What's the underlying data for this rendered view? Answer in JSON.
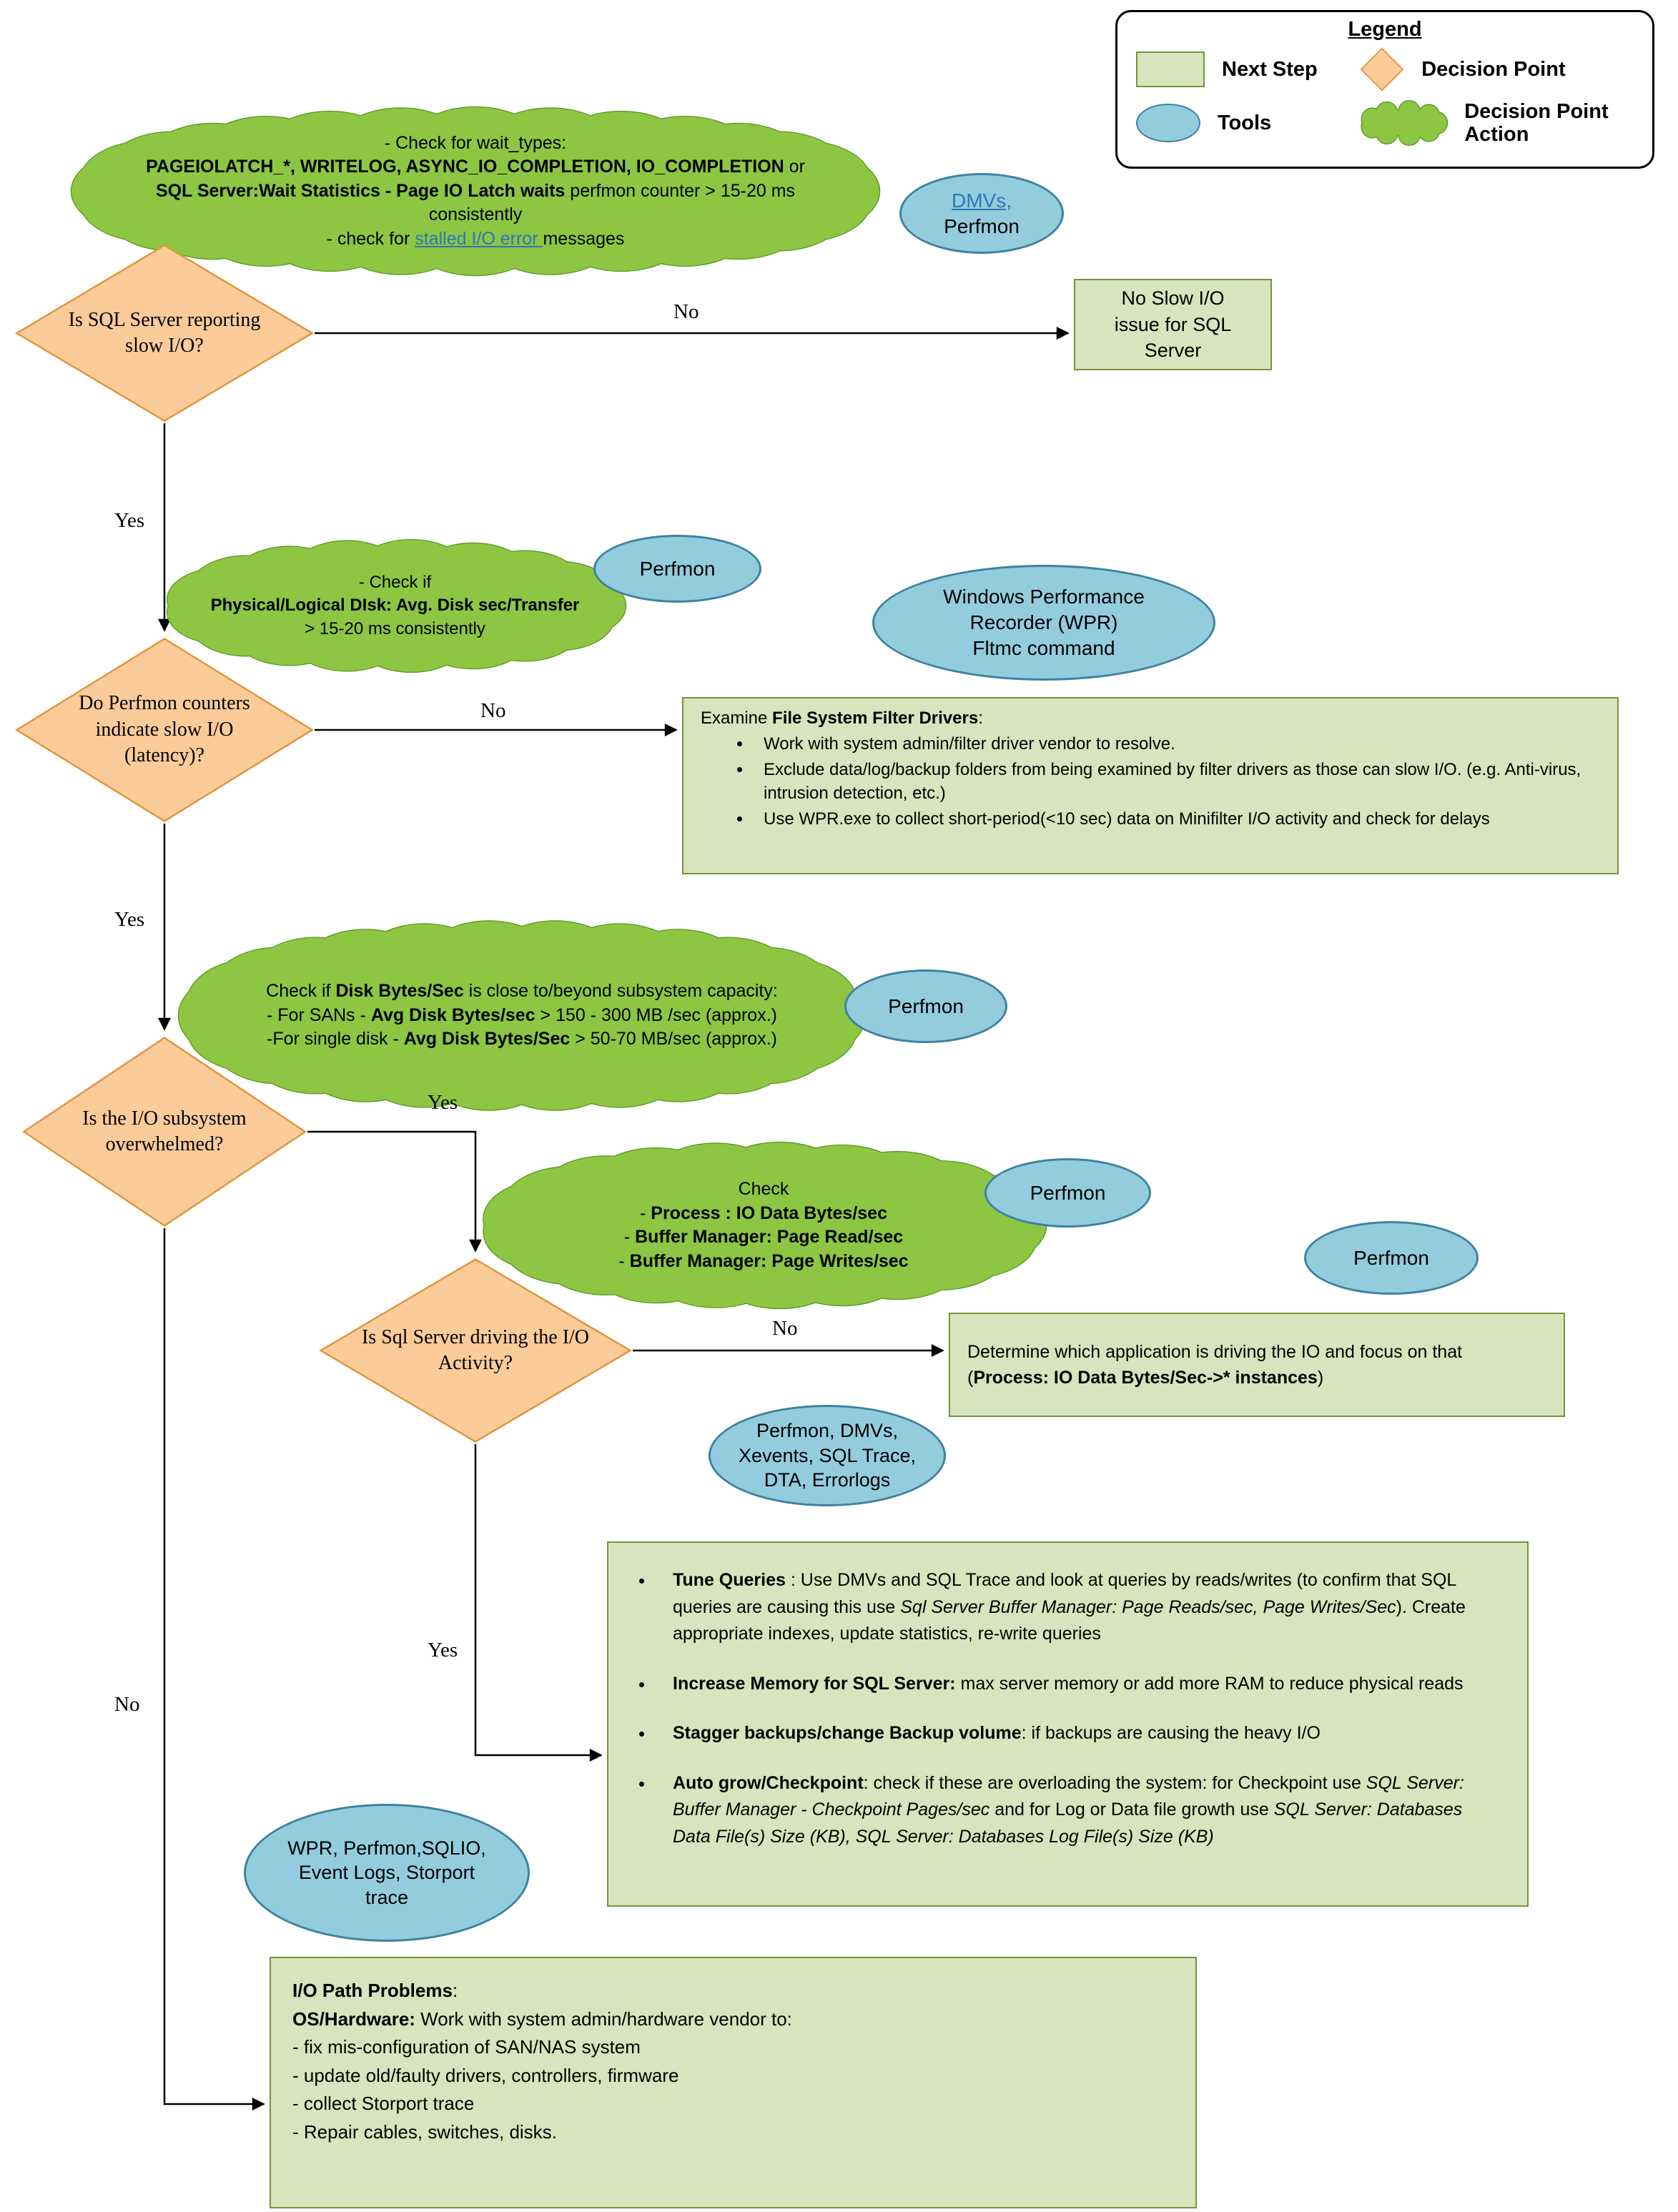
{
  "colors": {
    "cloud_fill": "#8DC642",
    "cloud_stroke": "#55961E",
    "box_fill": "#D7E4BD",
    "box_stroke": "#77933C",
    "diamond_fill": "#FBCB99",
    "diamond_stroke": "#E0953F",
    "ellipse_fill": "#93CDDD",
    "ellipse_stroke": "#3F81A0",
    "link": "#2E75B6"
  },
  "legend": {
    "title": "Legend",
    "next_step": "Next Step",
    "decision_point": "Decision Point",
    "tools": "Tools",
    "decision_point_action": "Decision Point Action"
  },
  "decisions": {
    "d1": "Is SQL Server reporting slow I/O?",
    "d2": "Do Perfmon counters indicate slow I/O (latency)?",
    "d3": "Is the I/O subsystem overwhelmed?",
    "d4": "Is Sql Server driving the I/O Activity?"
  },
  "edges": {
    "d1_no": "No",
    "d1_yes": "Yes",
    "d2_no": "No",
    "d2_yes": "Yes",
    "d3_yes": "Yes",
    "d3_no": "No",
    "d4_no": "No",
    "d4_yes": "Yes"
  },
  "clouds": {
    "wait_types": [
      [
        {
          "t": "- Check for wait_types:"
        }
      ],
      [
        {
          "t": "PAGEIOLATCH_*,  WRITELOG, ASYNC_IO_COMPLETION, IO_COMPLETION",
          "b": true
        },
        {
          "t": " or"
        }
      ],
      [
        {
          "t": "SQL Server:Wait Statistics - Page IO Latch waits",
          "b": true
        },
        {
          "t": " perfmon counter > 15-20 ms"
        }
      ],
      [
        {
          "t": "consistently"
        }
      ],
      [
        {
          "t": "- check for "
        },
        {
          "t": "stalled I/O error ",
          "link": true,
          "name": "stalled-io-error-link"
        },
        {
          "t": "messages"
        }
      ]
    ],
    "disk_sec_transfer": [
      [
        {
          "t": "- Check if"
        }
      ],
      [
        {
          "t": "Physical/Logical DIsk: Avg. Disk sec/Transfer",
          "b": true
        }
      ],
      [
        {
          "t": "> 15-20 ms consistently"
        }
      ]
    ],
    "disk_bytes": [
      [
        {
          "t": "Check if "
        },
        {
          "t": "Disk Bytes/Sec",
          "b": true
        },
        {
          "t": " is close to/beyond subsystem capacity:"
        }
      ],
      [
        {
          "t": "- For SANs - "
        },
        {
          "t": "Avg Disk Bytes/sec",
          "b": true
        },
        {
          "t": " > 150 - 300 MB /sec   (approx.)"
        }
      ],
      [
        {
          "t": "-For single disk - "
        },
        {
          "t": "Avg Disk Bytes/Sec",
          "b": true
        },
        {
          "t": " > 50-70 MB/sec (approx.)"
        }
      ]
    ],
    "check_process": [
      [
        {
          "t": "Check"
        }
      ],
      [
        {
          "t": "- "
        },
        {
          "t": "Process : IO Data Bytes/sec",
          "b": true
        }
      ],
      [
        {
          "t": "- "
        },
        {
          "t": "Buffer Manager: Page Read/sec",
          "b": true
        }
      ],
      [
        {
          "t": "- "
        },
        {
          "t": "Buffer Manager: Page Writes/sec",
          "b": true
        }
      ]
    ]
  },
  "tools": {
    "dmvs_perfmon": [
      [
        {
          "t": "DMVs,",
          "link": true,
          "name": "dmvs-link"
        }
      ],
      [
        {
          "t": "Perfmon"
        }
      ]
    ],
    "perfmon_disk": [
      [
        {
          "t": "Perfmon"
        }
      ]
    ],
    "wpr_fltmc": [
      [
        {
          "t": "Windows Performance"
        }
      ],
      [
        {
          "t": "Recorder (WPR)"
        }
      ],
      [
        {
          "t": "Fltmc command"
        }
      ]
    ],
    "perfmon_bytes": [
      [
        {
          "t": "Perfmon"
        }
      ]
    ],
    "perfmon_process": [
      [
        {
          "t": "Perfmon"
        }
      ]
    ],
    "perfmon_right": [
      [
        {
          "t": "Perfmon"
        }
      ]
    ],
    "perfmon_dmvs_xevents": [
      [
        {
          "t": "Perfmon, DMVs,"
        }
      ],
      [
        {
          "t": "Xevents, SQL Trace,"
        }
      ],
      [
        {
          "t": "DTA, Errorlogs"
        }
      ]
    ],
    "wpr_storport": [
      [
        {
          "t": "WPR, Perfmon,SQLIO,"
        }
      ],
      [
        {
          "t": "Event Logs, Storport"
        }
      ],
      [
        {
          "t": "trace"
        }
      ]
    ]
  },
  "boxes": {
    "no_slow_io": [
      [
        {
          "t": "No Slow I/O"
        }
      ],
      [
        {
          "t": "issue for SQL"
        }
      ],
      [
        {
          "t": "Server"
        }
      ]
    ],
    "filter_drivers_title": [
      {
        "t": "Examine "
      },
      {
        "t": "File System Filter Drivers",
        "b": true
      },
      {
        "t": ":"
      }
    ],
    "filter_drivers_bullets": [
      [
        {
          "t": "Work with system admin/filter driver vendor to resolve."
        }
      ],
      [
        {
          "t": "Exclude data/log/backup folders from being examined by filter drivers as those can slow I/O. (e.g. Anti-virus, intrusion detection, etc.)"
        }
      ],
      [
        {
          "t": "Use WPR.exe to collect short-period(<10 sec) data on Minifilter I/O activity and check for delays"
        }
      ]
    ],
    "determine_app": [
      [
        {
          "t": "Determine which application is driving the IO and focus on that"
        }
      ],
      [
        {
          "t": "("
        },
        {
          "t": "Process: IO Data Bytes/Sec->* instances",
          "b": true
        },
        {
          "t": ")"
        }
      ]
    ],
    "tune_bullets": [
      [
        {
          "t": "Tune Queries",
          "b": true
        },
        {
          "t": " : Use DMVs and SQL Trace and look at queries by reads/writes (to  confirm that SQL queries are causing this use "
        },
        {
          "t": "Sql Server Buffer Manager: Page Reads/sec, Page Writes/Sec",
          "i": true
        },
        {
          "t": "). Create appropriate indexes, update statistics, re-write queries"
        }
      ],
      [
        {
          "t": "Increase Memory for SQL Server:",
          "b": true
        },
        {
          "t": " max server memory or add more RAM to reduce physical reads"
        }
      ],
      [
        {
          "t": "Stagger backups/change Backup volume",
          "b": true
        },
        {
          "t": ": if backups are causing the heavy I/O"
        }
      ],
      [
        {
          "t": "Auto grow/Checkpoint",
          "b": true
        },
        {
          "t": ": check if these are overloading the system: for Checkpoint use "
        },
        {
          "t": "SQL Server: Buffer Manager - Checkpoint Pages/sec",
          "i": true
        },
        {
          "t": " and for Log or Data file growth use "
        },
        {
          "t": "SQL Server: Databases Data File(s) Size (KB), SQL Server: Databases Log File(s) Size (KB)",
          "i": true
        }
      ]
    ],
    "io_path": [
      [
        {
          "t": "I/O Path Problems",
          "b": true
        },
        {
          "t": ":"
        }
      ],
      [
        {
          "t": "OS/Hardware:",
          "b": true
        },
        {
          "t": " Work with system admin/hardware vendor to:"
        }
      ],
      [
        {
          "t": "- fix mis-configuration of SAN/NAS system"
        }
      ],
      [
        {
          "t": "- update old/faulty drivers, controllers, firmware"
        }
      ],
      [
        {
          "t": "- collect Storport trace"
        }
      ],
      [
        {
          "t": "- Repair cables, switches, disks."
        }
      ]
    ]
  }
}
